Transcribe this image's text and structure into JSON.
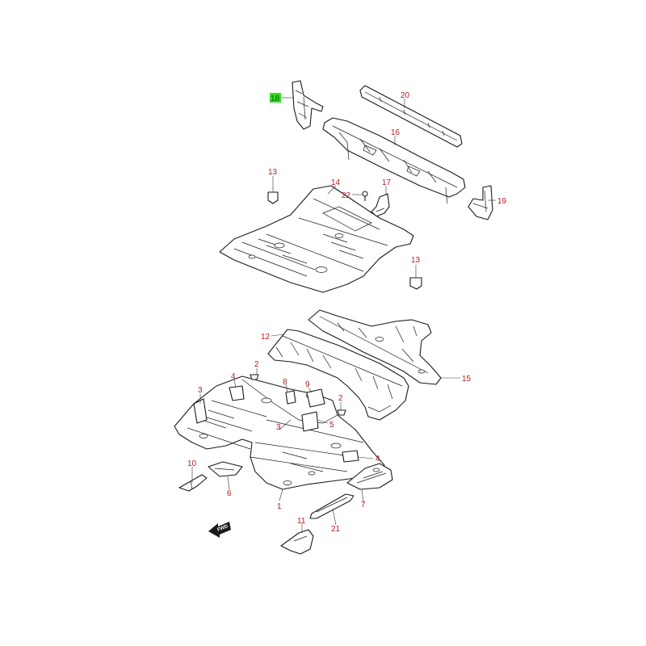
{
  "colors": {
    "callout_text": "#b01e1e",
    "highlight_fill": "#33dd22",
    "highlight_text": "#0a5a0a",
    "line": "#1a1a1a"
  },
  "callouts": {
    "c1": "1",
    "c2a": "2",
    "c2b": "2",
    "c3a": "3",
    "c3b": "3",
    "c4a": "4",
    "c4b": "4",
    "c5": "5",
    "c6": "6",
    "c7": "7",
    "c8": "8",
    "c9": "9",
    "c10": "10",
    "c11": "11",
    "c12": "12",
    "c13a": "13",
    "c13b": "13",
    "c14": "14",
    "c15": "15",
    "c16": "16",
    "c17": "17",
    "c18": "18",
    "c19": "19",
    "c20": "20",
    "c21": "21",
    "c22": "22"
  },
  "fwd_marker": {
    "label": "FWD",
    "icon": "forward-arrow-icon"
  }
}
